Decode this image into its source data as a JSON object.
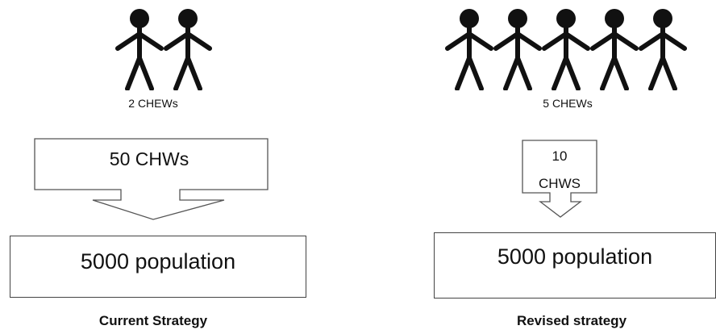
{
  "current": {
    "people_count": 2,
    "chews_label": "2 CHEWs",
    "arrow_label": "50 CHWs",
    "population_label": "5000 population",
    "caption": "Current Strategy"
  },
  "revised": {
    "people_count": 5,
    "chews_label": "5 CHEWs",
    "arrow_label_line1": "10",
    "arrow_label_line2": "CHWS",
    "population_label": "5000 population",
    "caption": "Revised strategy"
  },
  "icons": {
    "person": "stick-figure-icon"
  },
  "colors": {
    "figure": "#111111",
    "outline": "#555555",
    "background": "#ffffff"
  }
}
